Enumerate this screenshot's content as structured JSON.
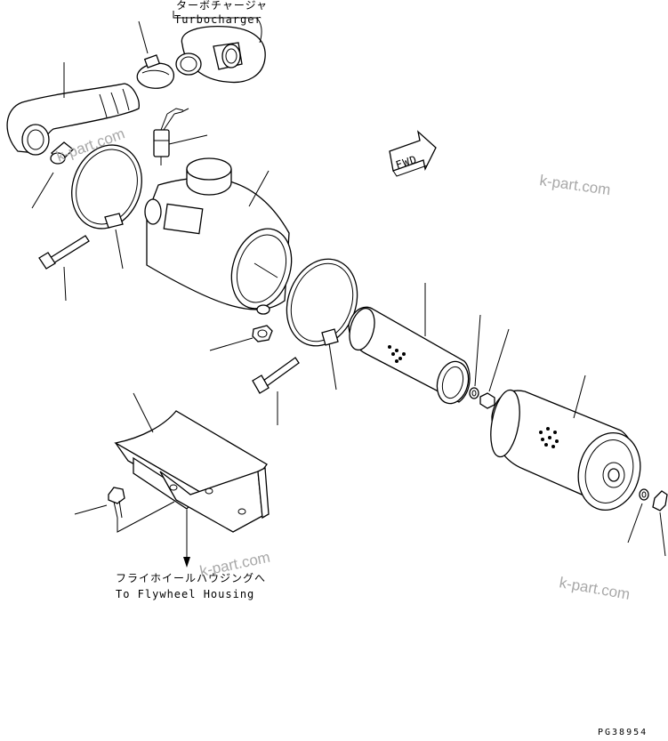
{
  "labels": {
    "turbo_jp": "ターボチャージャ",
    "turbo_en": "Turbocharger",
    "flywheel_jp": "フライホイールハウジングへ",
    "flywheel_en": "To Flywheel Housing",
    "fwd": "FWD",
    "drawing_no": "PG38954"
  },
  "watermark": "k-part.com"
}
